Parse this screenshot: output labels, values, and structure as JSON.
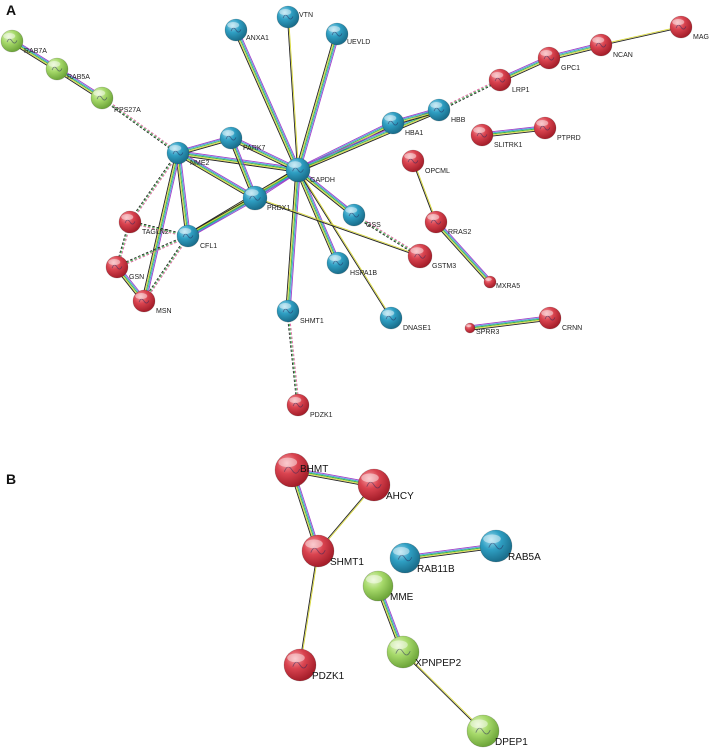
{
  "panels": [
    {
      "id": "A",
      "label": "A",
      "nodes": [
        {
          "id": "RAB7A",
          "label": "RAB7A",
          "cluster": "green"
        },
        {
          "id": "RAB5A",
          "label": "RAB5A",
          "cluster": "green"
        },
        {
          "id": "RPS27A",
          "label": "RPS27A",
          "cluster": "green"
        },
        {
          "id": "ANXA1",
          "label": "ANXA1",
          "cluster": "blue"
        },
        {
          "id": "VTN",
          "label": "VTN",
          "cluster": "blue"
        },
        {
          "id": "UEVLD",
          "label": "UEVLD",
          "cluster": "blue"
        },
        {
          "id": "NME2",
          "label": "NME2",
          "cluster": "blue"
        },
        {
          "id": "PARK7",
          "label": "PARK7",
          "cluster": "blue"
        },
        {
          "id": "GAPDH",
          "label": "GAPDH",
          "cluster": "blue"
        },
        {
          "id": "PRDX1",
          "label": "PRDX1",
          "cluster": "blue"
        },
        {
          "id": "CFL1",
          "label": "CFL1",
          "cluster": "blue"
        },
        {
          "id": "GSS",
          "label": "GSS",
          "cluster": "blue"
        },
        {
          "id": "HSPA1B",
          "label": "HSPA1B",
          "cluster": "blue"
        },
        {
          "id": "SHMT1",
          "label": "SHMT1",
          "cluster": "blue"
        },
        {
          "id": "DNASE1",
          "label": "DNASE1",
          "cluster": "blue"
        },
        {
          "id": "HBA1",
          "label": "HBA1",
          "cluster": "blue"
        },
        {
          "id": "HBB",
          "label": "HBB",
          "cluster": "blue"
        },
        {
          "id": "TAGLN2",
          "label": "TAGLN2",
          "cluster": "red"
        },
        {
          "id": "GSN",
          "label": "GSN",
          "cluster": "red"
        },
        {
          "id": "MSN",
          "label": "MSN",
          "cluster": "red"
        },
        {
          "id": "PDZK1",
          "label": "PDZK1",
          "cluster": "red"
        },
        {
          "id": "OPCML",
          "label": "OPCML",
          "cluster": "red"
        },
        {
          "id": "RRAS2",
          "label": "RRAS2",
          "cluster": "red"
        },
        {
          "id": "GSTM3",
          "label": "GSTM3",
          "cluster": "red"
        },
        {
          "id": "MXRA5",
          "label": "MXRA5",
          "cluster": "red"
        },
        {
          "id": "SLITRK1",
          "label": "SLITRK1",
          "cluster": "red"
        },
        {
          "id": "PTPRD",
          "label": "PTPRD",
          "cluster": "red"
        },
        {
          "id": "LRP1",
          "label": "LRP1",
          "cluster": "red"
        },
        {
          "id": "GPC1",
          "label": "GPC1",
          "cluster": "red"
        },
        {
          "id": "NCAN",
          "label": "NCAN",
          "cluster": "red"
        },
        {
          "id": "MAG",
          "label": "MAG",
          "cluster": "red"
        },
        {
          "id": "SPRR3",
          "label": "SPRR3",
          "cluster": "red"
        },
        {
          "id": "CRNN",
          "label": "CRNN",
          "cluster": "red"
        }
      ],
      "edges": [
        {
          "from": "RAB7A",
          "to": "RAB5A",
          "style": "multi"
        },
        {
          "from": "RAB5A",
          "to": "RPS27A",
          "style": "multi"
        },
        {
          "from": "RPS27A",
          "to": "NME2",
          "style": "dashed"
        },
        {
          "from": "ANXA1",
          "to": "GAPDH",
          "style": "multi"
        },
        {
          "from": "VTN",
          "to": "GAPDH",
          "style": "single"
        },
        {
          "from": "UEVLD",
          "to": "GAPDH",
          "style": "multi"
        },
        {
          "from": "NME2",
          "to": "GAPDH",
          "style": "multi"
        },
        {
          "from": "NME2",
          "to": "PARK7",
          "style": "multi"
        },
        {
          "from": "NME2",
          "to": "PRDX1",
          "style": "multi"
        },
        {
          "from": "NME2",
          "to": "CFL1",
          "style": "multi"
        },
        {
          "from": "NME2",
          "to": "TAGLN2",
          "style": "dashed"
        },
        {
          "from": "NME2",
          "to": "MSN",
          "style": "multi"
        },
        {
          "from": "PARK7",
          "to": "GAPDH",
          "style": "multi"
        },
        {
          "from": "PARK7",
          "to": "PRDX1",
          "style": "multi"
        },
        {
          "from": "GAPDH",
          "to": "PRDX1",
          "style": "multi"
        },
        {
          "from": "GAPDH",
          "to": "CFL1",
          "style": "multi"
        },
        {
          "from": "GAPDH",
          "to": "GSS",
          "style": "multi"
        },
        {
          "from": "GAPDH",
          "to": "HSPA1B",
          "style": "multi"
        },
        {
          "from": "GAPDH",
          "to": "SHMT1",
          "style": "multi"
        },
        {
          "from": "GAPDH",
          "to": "DNASE1",
          "style": "single"
        },
        {
          "from": "GAPDH",
          "to": "HBA1",
          "style": "multi"
        },
        {
          "from": "GAPDH",
          "to": "HBB",
          "style": "multi"
        },
        {
          "from": "PRDX1",
          "to": "CFL1",
          "style": "multi"
        },
        {
          "from": "PRDX1",
          "to": "GSTM3",
          "style": "single"
        },
        {
          "from": "GSS",
          "to": "GSTM3",
          "style": "dashed"
        },
        {
          "from": "HBA1",
          "to": "HBB",
          "style": "multi"
        },
        {
          "from": "HBB",
          "to": "LRP1",
          "style": "dashed"
        },
        {
          "from": "CFL1",
          "to": "TAGLN2",
          "style": "dashed"
        },
        {
          "from": "CFL1",
          "to": "GSN",
          "style": "dashed"
        },
        {
          "from": "CFL1",
          "to": "MSN",
          "style": "dashed"
        },
        {
          "from": "TAGLN2",
          "to": "GSN",
          "style": "dashed"
        },
        {
          "from": "GSN",
          "to": "MSN",
          "style": "multi"
        },
        {
          "from": "SHMT1",
          "to": "PDZK1",
          "style": "dashed"
        },
        {
          "from": "OPCML",
          "to": "RRAS2",
          "style": "single"
        },
        {
          "from": "RRAS2",
          "to": "MXRA5",
          "style": "multi"
        },
        {
          "from": "SLITRK1",
          "to": "PTPRD",
          "style": "multi"
        },
        {
          "from": "LRP1",
          "to": "GPC1",
          "style": "multi"
        },
        {
          "from": "GPC1",
          "to": "NCAN",
          "style": "multi"
        },
        {
          "from": "NCAN",
          "to": "MAG",
          "style": "single"
        },
        {
          "from": "SPRR3",
          "to": "CRNN",
          "style": "multi"
        }
      ]
    },
    {
      "id": "B",
      "label": "B",
      "nodes": [
        {
          "id": "BHMT",
          "label": "BHMT",
          "cluster": "red"
        },
        {
          "id": "AHCY",
          "label": "AHCY",
          "cluster": "red"
        },
        {
          "id": "SHMT1",
          "label": "SHMT1",
          "cluster": "red"
        },
        {
          "id": "PDZK1",
          "label": "PDZK1",
          "cluster": "red"
        },
        {
          "id": "RAB11B",
          "label": "RAB11B",
          "cluster": "blue"
        },
        {
          "id": "RAB5A",
          "label": "RAB5A",
          "cluster": "blue"
        },
        {
          "id": "MME",
          "label": "MME",
          "cluster": "green"
        },
        {
          "id": "XPNPEP2",
          "label": "XPNPEP2",
          "cluster": "green"
        },
        {
          "id": "DPEP1",
          "label": "DPEP1",
          "cluster": "green"
        }
      ],
      "edges": [
        {
          "from": "BHMT",
          "to": "AHCY",
          "style": "multi"
        },
        {
          "from": "BHMT",
          "to": "SHMT1",
          "style": "multi"
        },
        {
          "from": "AHCY",
          "to": "SHMT1",
          "style": "single"
        },
        {
          "from": "SHMT1",
          "to": "PDZK1",
          "style": "single"
        },
        {
          "from": "RAB11B",
          "to": "RAB5A",
          "style": "multi"
        },
        {
          "from": "MME",
          "to": "XPNPEP2",
          "style": "multi"
        },
        {
          "from": "XPNPEP2",
          "to": "DPEP1",
          "style": "single"
        }
      ]
    }
  ],
  "colors": {
    "red": "#d9434f",
    "blue": "#2f9fc3",
    "green": "#a6d96a",
    "edge_green": "#3bb44a",
    "edge_black": "#222222",
    "edge_yellow": "#d8d83a",
    "edge_purple": "#a040c8",
    "edge_blue": "#3aa0d8",
    "edge_pink": "#e060a0"
  }
}
